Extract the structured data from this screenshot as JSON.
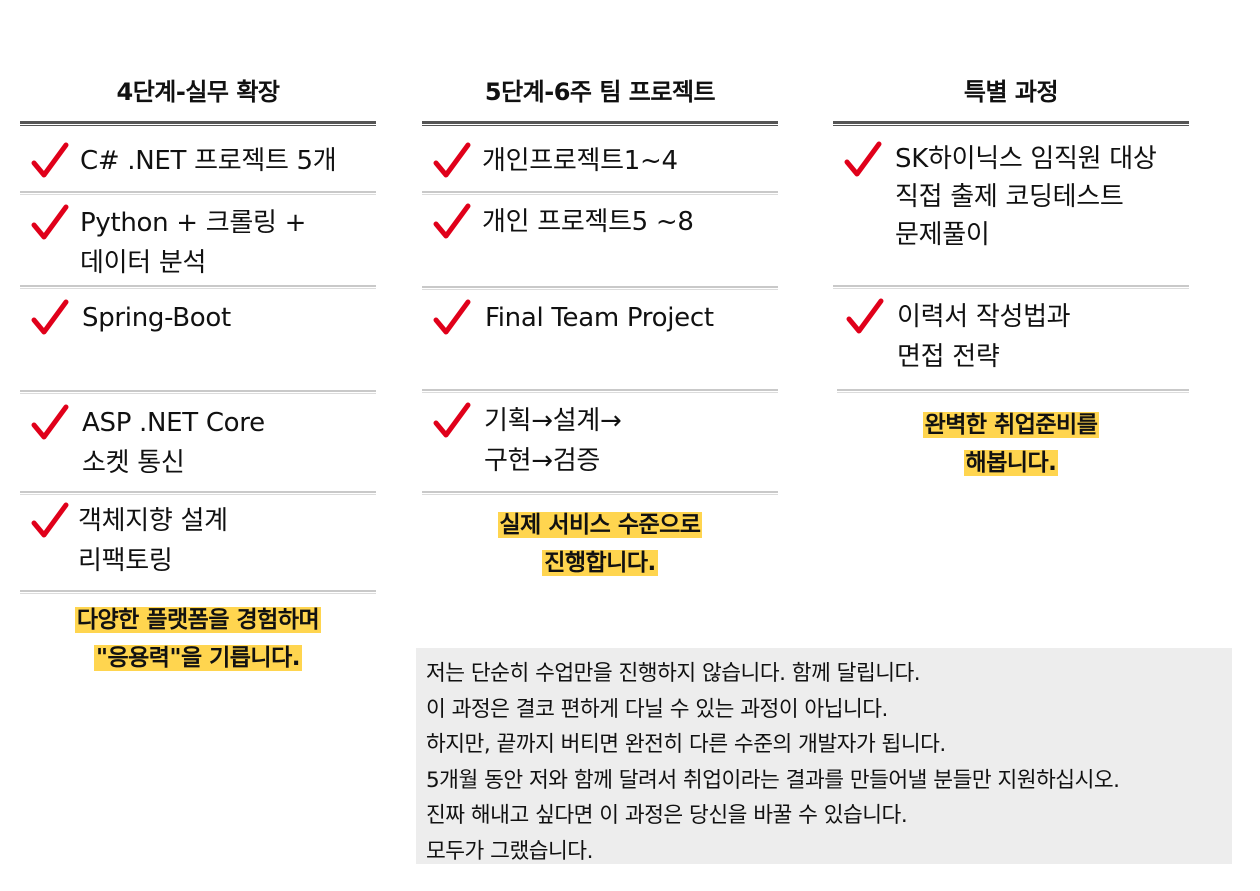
{
  "accent_color": "#e0001a",
  "highlight_color": "#ffd54f",
  "columns": [
    {
      "title": "4단계-실무 확장",
      "items": [
        {
          "lines": [
            "C# .NET 프로젝트 5개"
          ]
        },
        {
          "lines": [
            "Python + 크롤링 +",
            "데이터 분석"
          ]
        },
        {
          "lines": [
            "Spring-Boot"
          ]
        },
        {
          "lines": [
            "ASP .NET Core",
            "소켓 통신"
          ]
        },
        {
          "lines": [
            "객체지향 설계",
            "리팩토링"
          ]
        }
      ],
      "note": [
        "다양한 플랫폼을 경험하며",
        "\"응용력\"을 기릅니다."
      ]
    },
    {
      "title": "5단계-6주 팀 프로젝트",
      "items": [
        {
          "lines": [
            "개인프로젝트1~4"
          ]
        },
        {
          "lines": [
            "개인 프로젝트5 ~8"
          ]
        },
        {
          "lines": [
            "Final Team Project"
          ]
        },
        {
          "lines": [
            "기획→설계→",
            "구현→검증"
          ]
        }
      ],
      "note": [
        "실제 서비스 수준으로",
        "진행합니다."
      ]
    },
    {
      "title": "특별 과정",
      "items": [
        {
          "lines": [
            "SK하이닉스 임직원 대상",
            "직접 출제 코딩테스트",
            "문제풀이"
          ]
        },
        {
          "lines": [
            "이력서 작성법과",
            "면접 전략"
          ]
        }
      ],
      "note": [
        "완벽한 취업준비를",
        "해봅니다."
      ]
    }
  ],
  "quote": {
    "lines": [
      "저는 단순히 수업만을 진행하지 않습니다. 함께 달립니다.",
      "이 과정은 결코 편하게 다닐 수 있는 과정이 아닙니다.",
      "하지만, 끝까지 버티면 완전히 다른 수준의 개발자가 됩니다.",
      "5개월 동안 저와 함께 달려서 취업이라는 결과를 만들어낼 분들만 지원하십시오.",
      "진짜 해내고 싶다면 이 과정은 당신을 바꿀 수 있습니다.",
      "모두가 그랬습니다."
    ]
  }
}
